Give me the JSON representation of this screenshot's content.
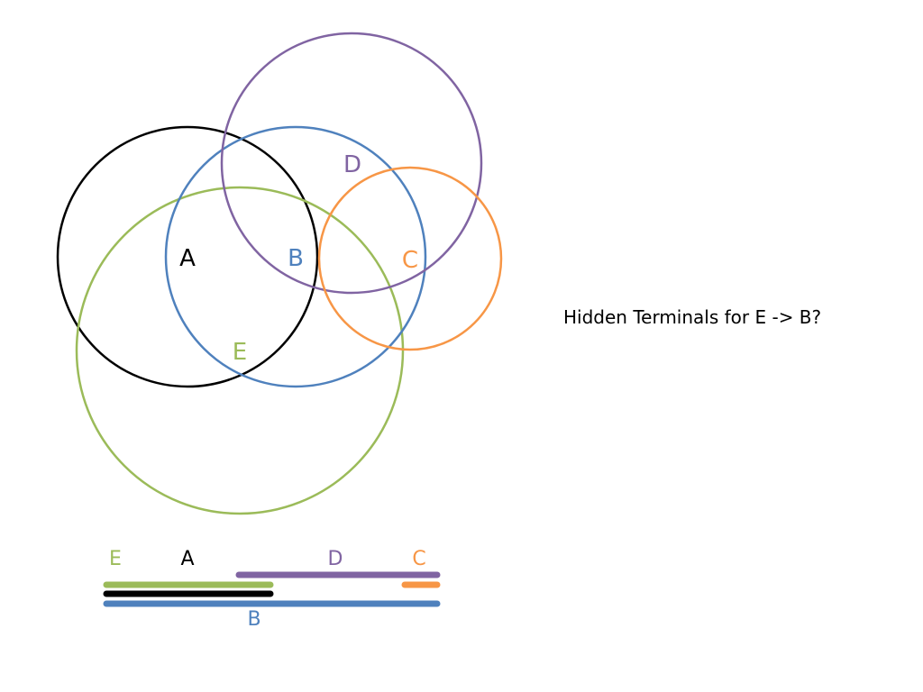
{
  "question": "Hidden Terminals for E -> B?",
  "nodes": {
    "A": {
      "label": "A",
      "color": "#000000"
    },
    "B": {
      "label": "B",
      "color": "#4F81BD"
    },
    "C": {
      "label": "C",
      "color": "#F79646"
    },
    "D": {
      "label": "D",
      "color": "#8064A2"
    },
    "E": {
      "label": "E",
      "color": "#9BBB59"
    }
  },
  "range_bars": {
    "labels": {
      "E": "E",
      "A": "A",
      "D": "D",
      "C": "C",
      "B": "B"
    }
  }
}
